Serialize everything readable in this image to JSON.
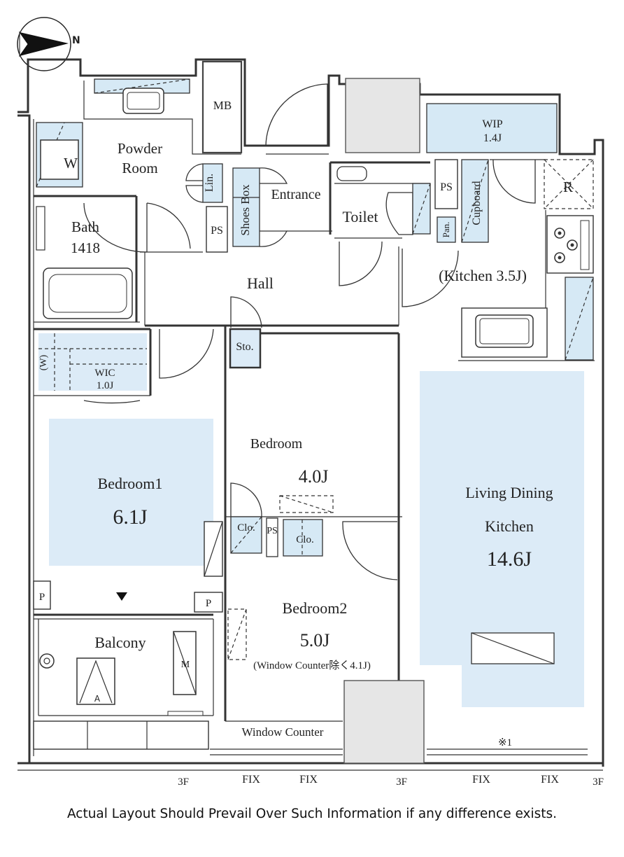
{
  "rooms": {
    "powder_room_line1": "Powder",
    "powder_room_line2": "Room",
    "washer": "W",
    "bath_line1": "Bath",
    "bath_line2": "1418",
    "mb": "MB",
    "linen": "Lin.",
    "ps_hall": "PS",
    "shoes_box": "Shoes Box",
    "entrance": "Entrance",
    "toilet": "Toilet",
    "wip_line1": "WIP",
    "wip_line2": "1.4J",
    "ps_kitchen": "PS",
    "cupboard": "Cupboard",
    "pantry": "Pan.",
    "refrigerator": "R",
    "kitchen": "(Kitchen 3.5J)",
    "hall": "Hall",
    "storage": "Sto.",
    "wic_line1": "WIC",
    "wic_line2": "1.0J",
    "wic_w": "(W)",
    "bedroom_label": "Bedroom",
    "bedroom_size": "4.0J",
    "bedroom1_label": "Bedroom1",
    "bedroom1_size": "6.1J",
    "closet_left": "Clo.",
    "ps_bedroom": "PS",
    "closet_right": "Clo.",
    "ldk_line1": "Living Dining",
    "ldk_line2": "Kitchen",
    "ldk_size": "14.6J",
    "bedroom2_label": "Bedroom2",
    "bedroom2_size": "5.0J",
    "bedroom2_note": "(Window Counter除く4.1J)",
    "window_counter": "Window Counter",
    "balcony": "Balcony",
    "ac_unit": "A",
    "m_unit": "M",
    "p_left": "P",
    "p_right": "P",
    "note_mark": "※1"
  },
  "bottom_labels": {
    "left_3f": "3F",
    "fix1": "FIX",
    "fix2": "FIX",
    "center_3f": "3F",
    "fix3": "FIX",
    "fix4": "FIX",
    "right_3f": "3F"
  },
  "compass": {
    "north_label": "N"
  },
  "footer": "Actual Layout Should Prevail Over Such Information if any difference exists."
}
